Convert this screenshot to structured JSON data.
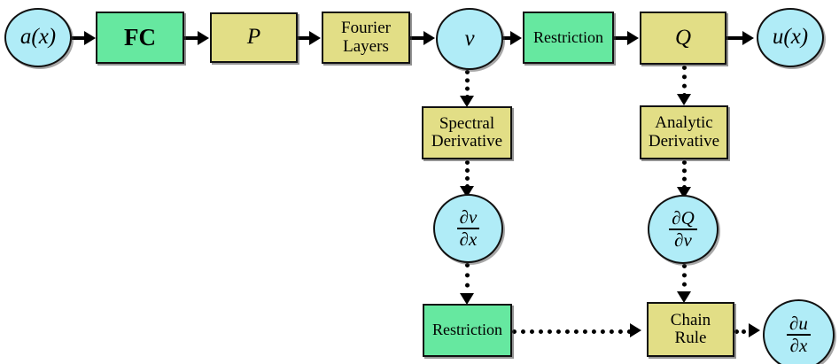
{
  "diagram": {
    "title": "Fourier Neural Operator with derivative path",
    "colors": {
      "green": "#66E8A0",
      "yellow": "#E2DE86",
      "blue": "#B0ECF7",
      "stroke": "#111111"
    },
    "nodes": {
      "input": {
        "label": "a(x)",
        "shape": "circle",
        "fill": "blue"
      },
      "fc": {
        "label": "FC",
        "shape": "box",
        "fill": "green"
      },
      "p": {
        "label": "P",
        "shape": "box",
        "fill": "yellow"
      },
      "fourier_layers": {
        "label": "Fourier\nLayers",
        "shape": "box",
        "fill": "yellow"
      },
      "v": {
        "label": "v",
        "shape": "circle",
        "fill": "blue"
      },
      "restriction_top": {
        "label": "Restriction",
        "shape": "box",
        "fill": "green"
      },
      "q": {
        "label": "Q",
        "shape": "box",
        "fill": "yellow"
      },
      "output": {
        "label": "u(x)",
        "shape": "circle",
        "fill": "blue"
      },
      "spectral_derivative": {
        "label": "Spectral\nDerivative",
        "shape": "box",
        "fill": "yellow"
      },
      "analytic_derivative": {
        "label": "Analytic\nDerivative",
        "shape": "box",
        "fill": "yellow"
      },
      "dv_dx": {
        "numerator": "∂v",
        "denominator": "∂x",
        "shape": "circle",
        "fill": "blue"
      },
      "dq_dv": {
        "numerator": "∂Q",
        "denominator": "∂v",
        "shape": "circle",
        "fill": "blue"
      },
      "restriction_bottom": {
        "label": "Restriction",
        "shape": "box",
        "fill": "green"
      },
      "chain_rule": {
        "label": "Chain\nRule",
        "shape": "box",
        "fill": "yellow"
      },
      "du_dx": {
        "numerator": "∂u",
        "denominator": "∂x",
        "shape": "circle",
        "fill": "blue"
      }
    },
    "edges": [
      {
        "from": "input",
        "to": "fc",
        "style": "solid"
      },
      {
        "from": "fc",
        "to": "p",
        "style": "solid"
      },
      {
        "from": "p",
        "to": "fourier_layers",
        "style": "solid"
      },
      {
        "from": "fourier_layers",
        "to": "v",
        "style": "solid"
      },
      {
        "from": "v",
        "to": "restriction_top",
        "style": "solid"
      },
      {
        "from": "restriction_top",
        "to": "q",
        "style": "solid"
      },
      {
        "from": "q",
        "to": "output",
        "style": "solid"
      },
      {
        "from": "v",
        "to": "spectral_derivative",
        "style": "dotted"
      },
      {
        "from": "spectral_derivative",
        "to": "dv_dx",
        "style": "dotted"
      },
      {
        "from": "dv_dx",
        "to": "restriction_bottom",
        "style": "dotted"
      },
      {
        "from": "q",
        "to": "analytic_derivative",
        "style": "dotted"
      },
      {
        "from": "analytic_derivative",
        "to": "dq_dv",
        "style": "dotted"
      },
      {
        "from": "dq_dv",
        "to": "chain_rule",
        "style": "dotted"
      },
      {
        "from": "restriction_bottom",
        "to": "chain_rule",
        "style": "dotted"
      },
      {
        "from": "chain_rule",
        "to": "du_dx",
        "style": "dotted"
      }
    ]
  }
}
